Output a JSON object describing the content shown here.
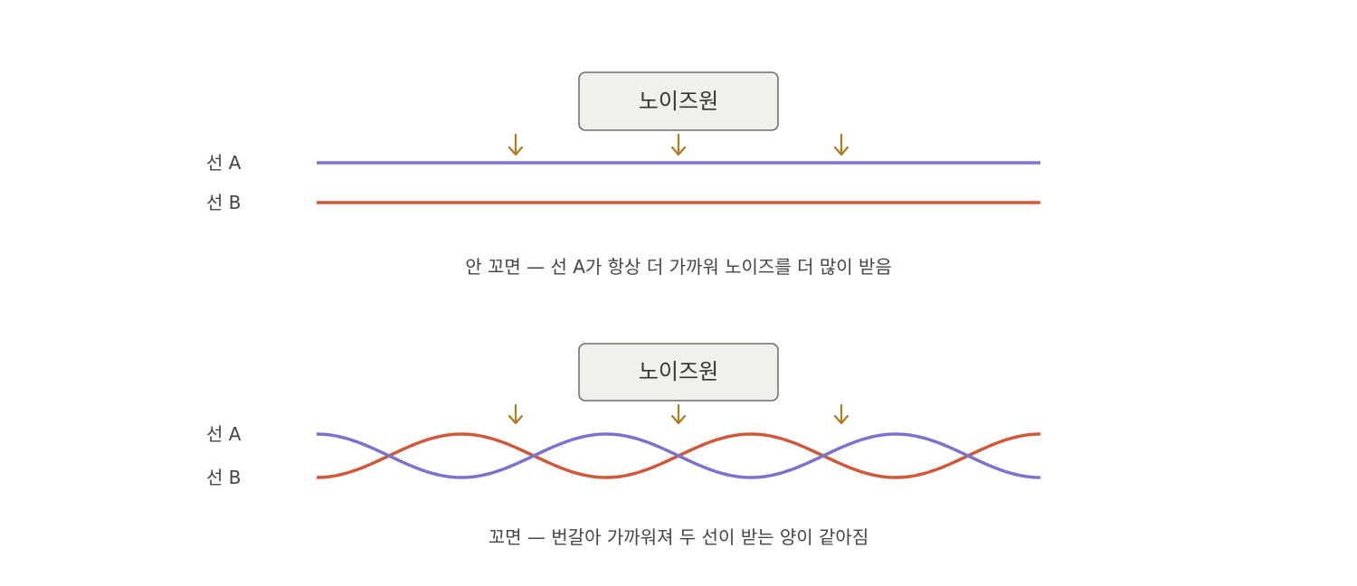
{
  "colors": {
    "wire_a": "#7b73cc",
    "wire_b": "#cc5a3b",
    "arrow": "#b07a22",
    "box_fill": "#f0efe9",
    "box_stroke": "#6b6b6b"
  },
  "panels": [
    {
      "noise_source_label": "노이즈원",
      "wire_a_label": "선 A",
      "wire_b_label": "선 B",
      "twisted": false,
      "caption": "안 꼬면 — 선 A가 항상 더 가까워 노이즈를 더 많이 받음",
      "noise_arrow_count": 3
    },
    {
      "noise_source_label": "노이즈원",
      "wire_a_label": "선 A",
      "wire_b_label": "선 B",
      "twisted": true,
      "caption": "꼬면 — 번갈아 가까워져 두 선이 받는 양이 같아짐",
      "noise_arrow_count": 3
    }
  ]
}
